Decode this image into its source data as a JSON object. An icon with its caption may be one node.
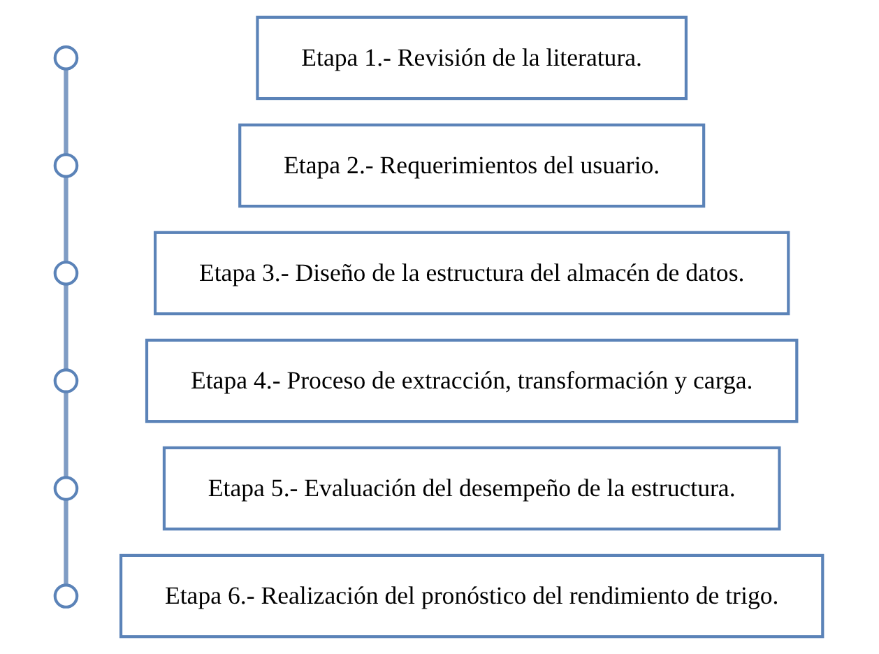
{
  "diagram": {
    "nodes": [
      {
        "text": [],
        "shape": "circle"
      },
      {
        "text": [
          "Etapa 1.- Revisión de la literatura."
        ]
      },
      {
        "text": [],
        "shape": "circle"
      },
      {
        "text": [
          "Etapa 2.- Requerimientos del usuario."
        ]
      },
      {
        "text": [],
        "shape": "circle"
      },
      {
        "text": [
          "Etapa 3.- Diseño de la estructura del almacén de datos."
        ]
      },
      {
        "text": [],
        "shape": "circle"
      },
      {
        "text": [
          "Etapa 4.- Proceso de extracción, transformación y carga."
        ]
      },
      {
        "text": [],
        "shape": "circle"
      },
      {
        "text": [
          "Etapa 5.- Evaluación del desempeño de la estructura."
        ]
      },
      {
        "text": [],
        "shape": "circle"
      },
      {
        "text": [
          "Etapa 6.- Realización del pronóstico del rendimiento de trigo."
        ]
      }
    ],
    "edges": [
      {
        "from": 0,
        "to": 2,
        "arrow": "none"
      },
      {
        "from": 2,
        "to": 4,
        "arrow": "none"
      },
      {
        "from": 4,
        "to": 6,
        "arrow": "none"
      },
      {
        "from": 6,
        "to": 8,
        "arrow": "none"
      },
      {
        "from": 8,
        "to": 10,
        "arrow": "none"
      }
    ]
  }
}
